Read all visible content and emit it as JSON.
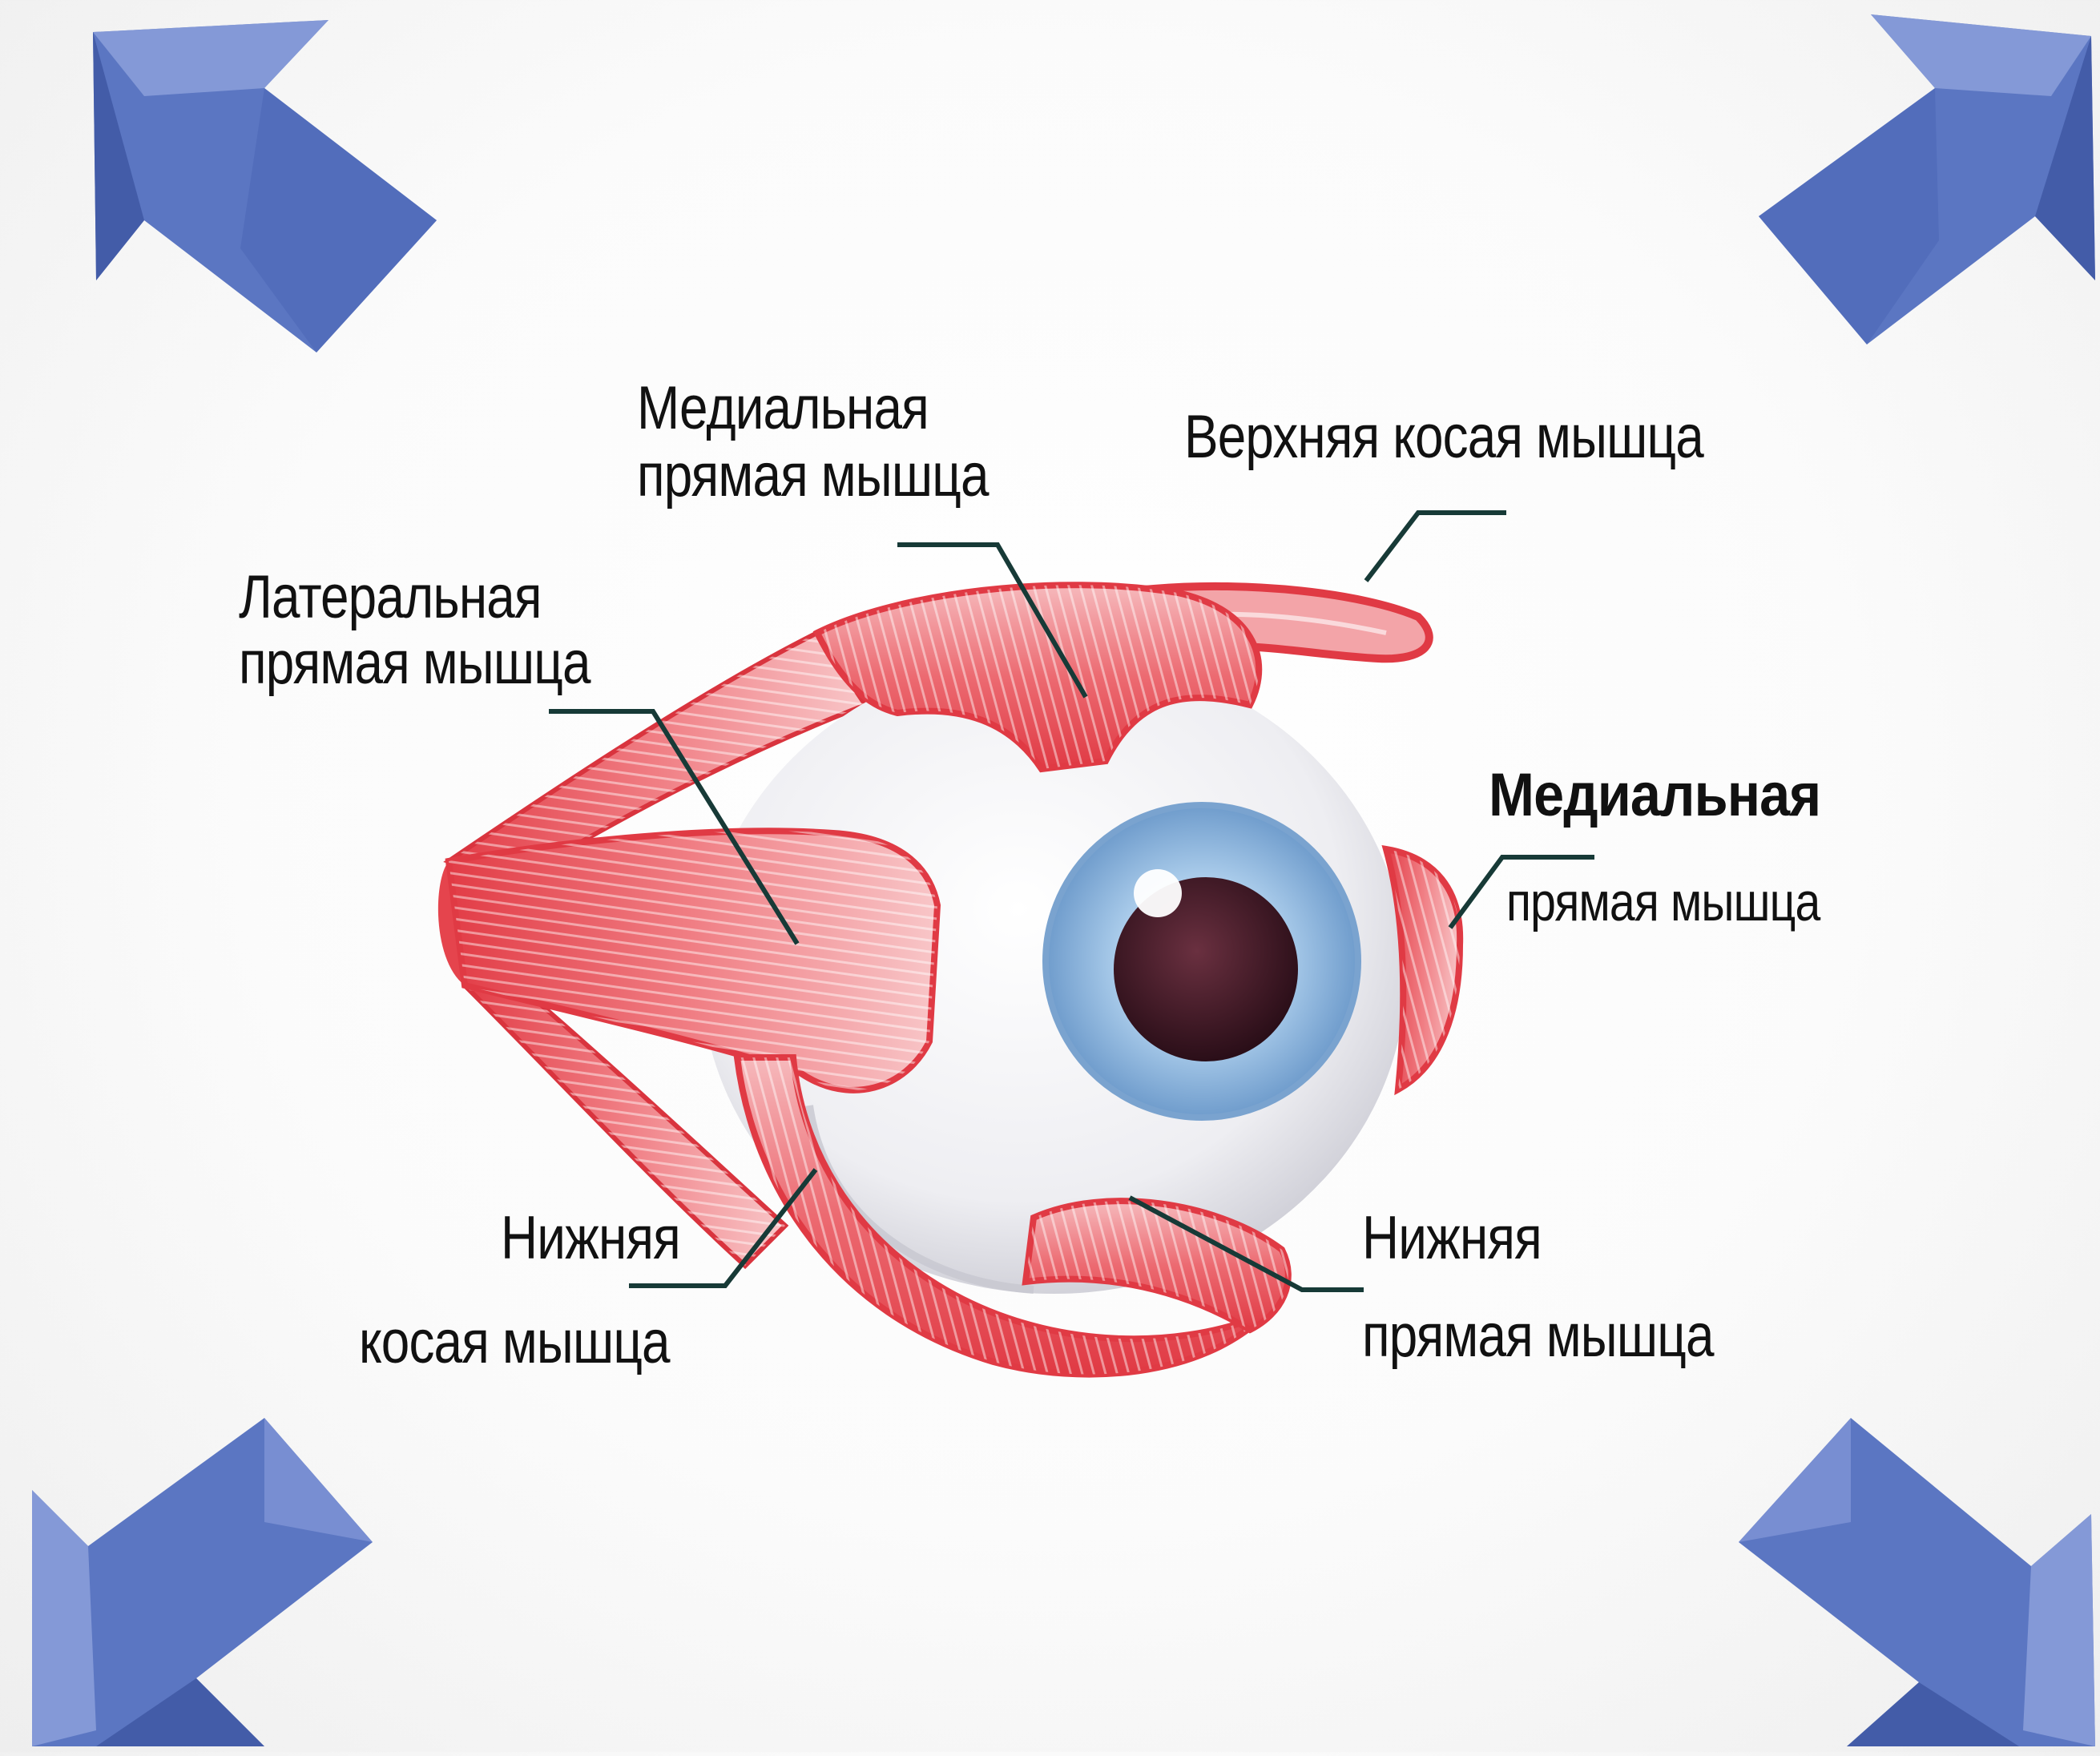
{
  "labels": {
    "medial_top_line1": "Медиальная",
    "medial_top_line2": "прямая мышца",
    "superior_oblique": "Верхняя косая мышца",
    "lateral_line1": "Латеральная",
    "lateral_line2": "прямая мышца",
    "medial_right_line1": "Медиальная",
    "medial_right_line2": "прямая мышца",
    "inferior_oblique_line1": "Нижняя",
    "inferior_oblique_line2": "косая мышца",
    "inferior_rectus_line1": "Нижняя",
    "inferior_rectus_line2": "прямая мышца"
  },
  "arrows": [
    {
      "direction": "up-left",
      "icon": "arrow-up-left-icon"
    },
    {
      "direction": "up-right",
      "icon": "arrow-up-right-icon"
    },
    {
      "direction": "down-left",
      "icon": "arrow-down-left-icon"
    },
    {
      "direction": "down-right",
      "icon": "arrow-down-right-icon"
    }
  ],
  "colors": {
    "arrow_fill": "#5b76c2",
    "arrow_light": "#8ea2dc",
    "arrow_dark": "#3f58a3",
    "muscle": "#e84a52",
    "muscle_light": "#f6b3b5",
    "sclera": "#f3f3f5",
    "iris": "#8fb8de",
    "pupil": "#4a2030",
    "leader_line": "#173a37"
  }
}
